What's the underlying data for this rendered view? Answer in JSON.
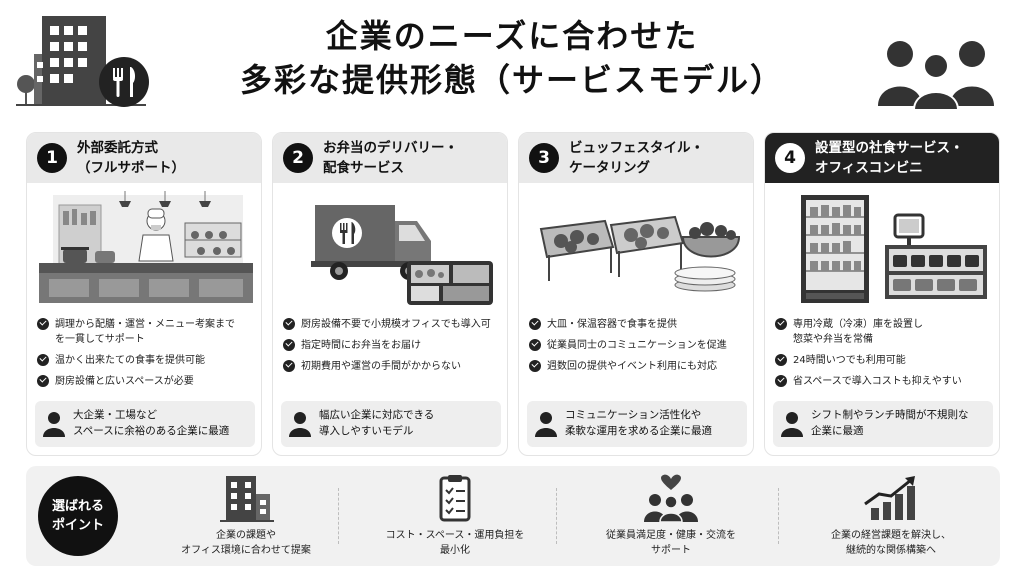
{
  "title": {
    "line1": "企業のニーズに合わせた",
    "line2": "多彩な提供形態（サービスモデル）"
  },
  "icons": {
    "header_left": [
      "office-building-icon",
      "fork-knife-icon"
    ],
    "header_right": "people-group-icon",
    "check": "check-circle-icon",
    "person": "person-icon"
  },
  "cards": [
    {
      "number": "1",
      "title": "外部委託方式\n（フルサポート）",
      "features": [
        "調理から配膳・運営・メニュー考案まで\nを一貫してサポート",
        "温かく出来たての食事を提供可能",
        "厨房設備と広いスペースが必要"
      ],
      "target": "大企業・工場など\nスペースに余裕のある企業に最適"
    },
    {
      "number": "2",
      "title": "お弁当のデリバリー・\n配食サービス",
      "features": [
        "厨房設備不要で小規模オフィスでも導入可",
        "指定時間にお弁当をお届け",
        "初期費用や運営の手間がかからない"
      ],
      "target": "幅広い企業に対応できる\n導入しやすいモデル"
    },
    {
      "number": "3",
      "title": "ビュッフェスタイル・\nケータリング",
      "features": [
        "大皿・保温容器で食事を提供",
        "従業員同士のコミュニケーションを促進",
        "週数回の提供やイベント利用にも対応"
      ],
      "target": "コミュニケーション活性化や\n柔軟な運用を求める企業に最適"
    },
    {
      "number": "4",
      "title": "設置型の社食サービス・\nオフィスコンビニ",
      "features": [
        "専用冷蔵（冷凍）庫を設置し\n惣菜や弁当を常備",
        "24時間いつでも利用可能",
        "省スペースで導入コストも抑えやすい"
      ],
      "target": "シフト制やランチ時間が不規則な\n企業に最適"
    }
  ],
  "footer": {
    "badge": "選ばれる\nポイント",
    "points": [
      {
        "icon": "office-building-icon",
        "text": "企業の課題や\nオフィス環境に合わせて提案"
      },
      {
        "icon": "clipboard-checklist-icon",
        "text": "コスト・スペース・運用負担を\n最小化"
      },
      {
        "icon": "people-heart-icon",
        "text": "従業員満足度・健康・交流を\nサポート"
      },
      {
        "icon": "growth-chart-icon",
        "text": "企業の経営課題を解決し、\n継続的な関係構築へ"
      }
    ]
  }
}
